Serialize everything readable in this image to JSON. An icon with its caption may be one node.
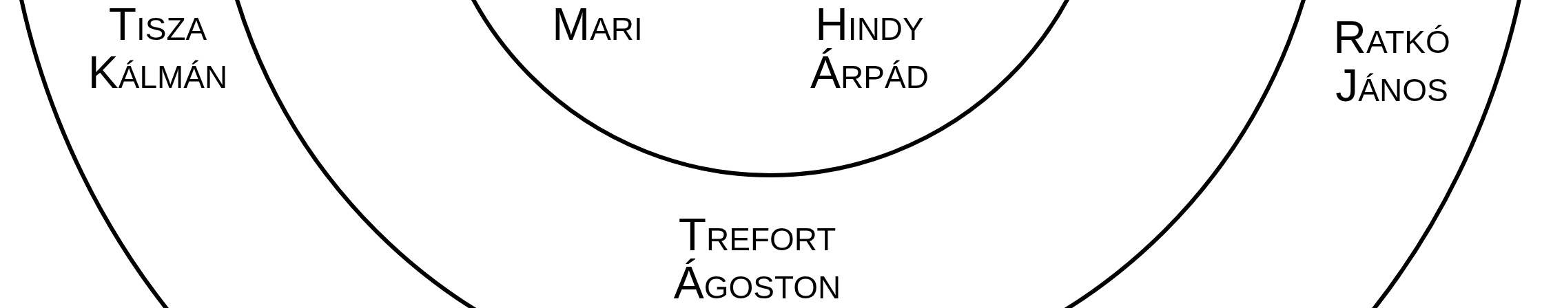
{
  "diagram": {
    "nodes": [
      {
        "text": [
          "Tisza Kálmán",
          "Ratkó János"
        ]
      },
      {
        "text": [
          "Trefort Ágoston"
        ],
        "in": 0
      },
      {
        "text": [
          "Mari",
          "Hindy Árpád"
        ],
        "in": 1
      }
    ]
  }
}
